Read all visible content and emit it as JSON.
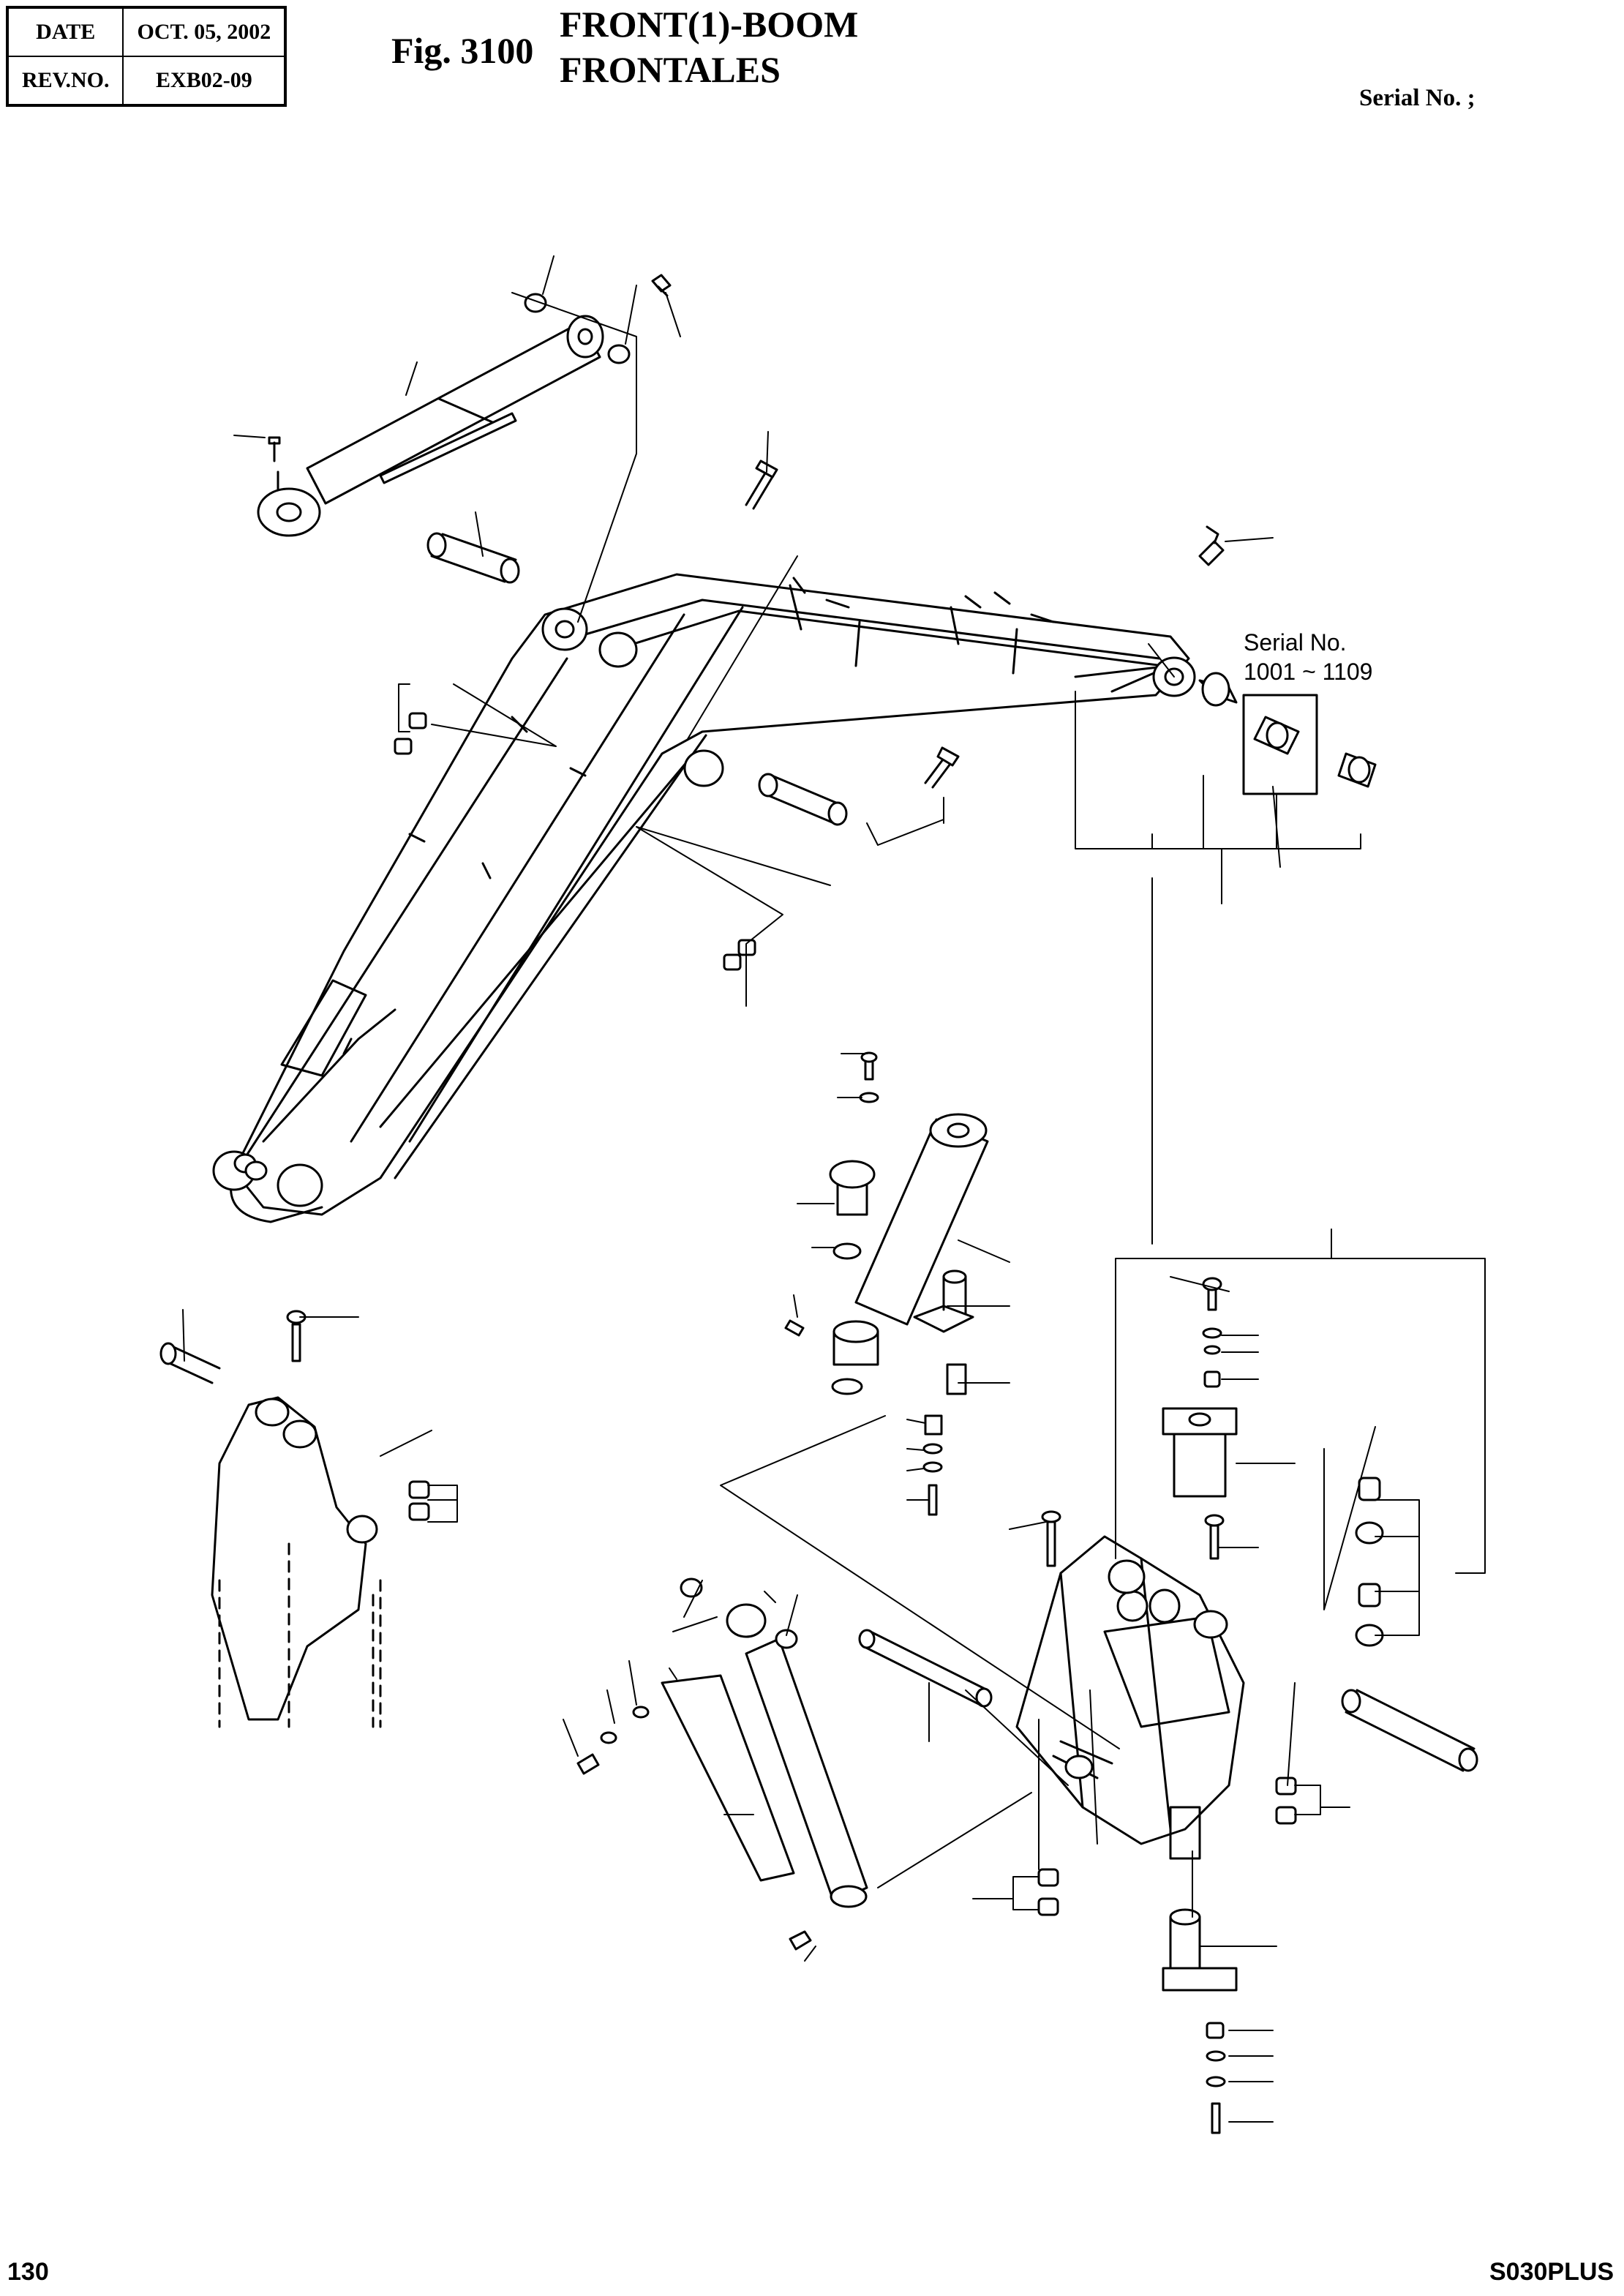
{
  "header": {
    "date_label": "DATE",
    "date_value": "OCT. 05, 2002",
    "rev_label": "REV.NO.",
    "rev_value": "EXB02-09"
  },
  "figure": {
    "number": "Fig. 3100",
    "title_line1": "FRONT(1)-BOOM",
    "title_line2": "FRONTALES"
  },
  "serial_header": "Serial No. ;",
  "serial_note": {
    "line1": "Serial No.",
    "line2": "1001 ~ 1109"
  },
  "footer": {
    "page_number": "130",
    "model": "S030PLUS"
  }
}
